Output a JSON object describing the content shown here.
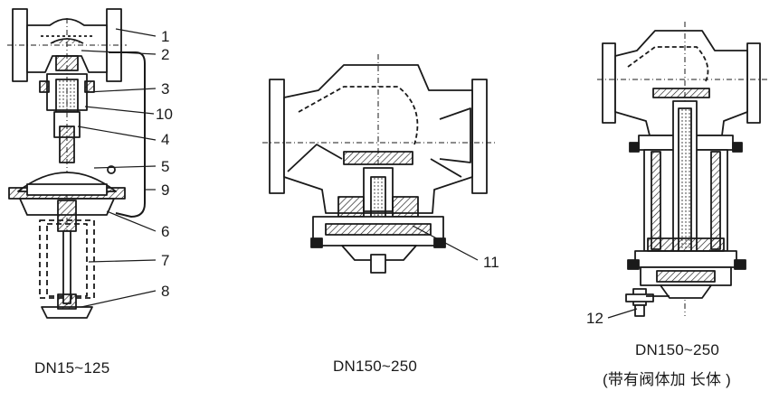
{
  "captions": {
    "left": "DN15~125",
    "middle": "DN150~250",
    "right_line1": "DN150~250",
    "right_line2": "(带有阀体加 长体 )"
  },
  "part_numbers": [
    "1",
    "2",
    "3",
    "10",
    "4",
    "5",
    "9",
    "6",
    "7",
    "8",
    "11",
    "12"
  ],
  "colors": {
    "line": "#1a1a1a",
    "hatch": "#1a1a1a",
    "background": "#ffffff"
  }
}
